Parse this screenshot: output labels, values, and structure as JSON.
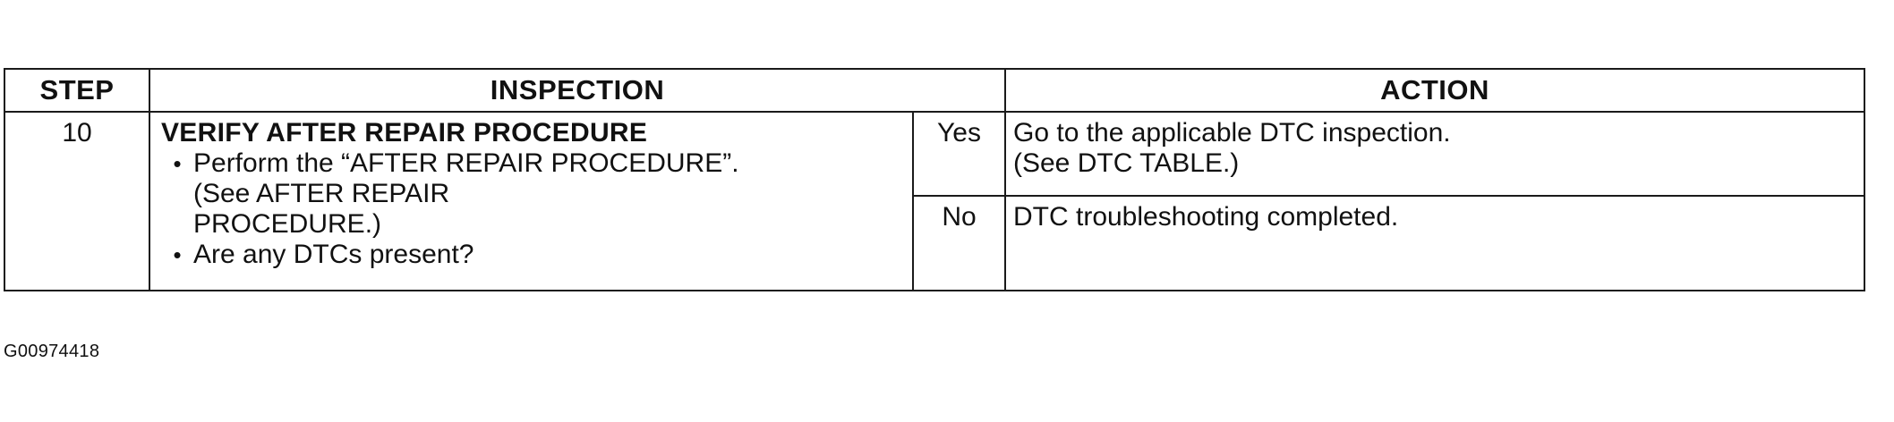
{
  "table": {
    "headers": {
      "step": "STEP",
      "inspection": "INSPECTION",
      "action": "ACTION"
    },
    "rows": [
      {
        "step": "10",
        "inspection": {
          "title": "VERIFY AFTER REPAIR PROCEDURE",
          "bullet_1": "Perform the “AFTER REPAIR PROCEDURE”.",
          "note_line_1": "(See AFTER REPAIR",
          "note_line_2": "PROCEDURE.)",
          "bullet_2": "Are any DTCs present?",
          "bullet_symbol": "•"
        },
        "answers": [
          {
            "label": "Yes",
            "action_line_1": "Go to the applicable DTC inspection.",
            "action_line_2": "(See DTC TABLE.)"
          },
          {
            "label": "No",
            "action_line_1": "DTC troubleshooting completed."
          }
        ]
      }
    ]
  },
  "figure_id": "G00974418"
}
